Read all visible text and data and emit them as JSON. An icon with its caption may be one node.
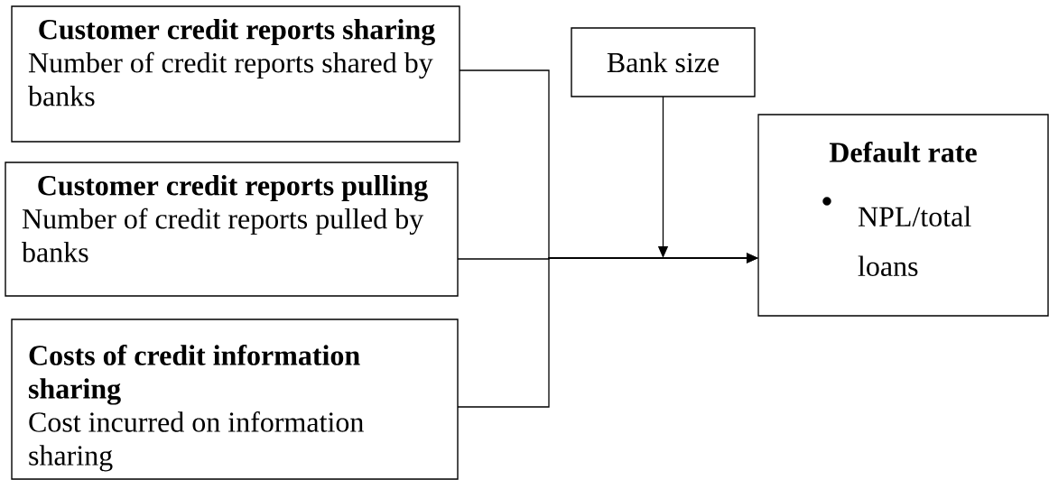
{
  "diagram": {
    "nodes": [
      {
        "text": [
          "Customer credit reports sharing",
          "Number of credit reports shared by banks"
        ]
      },
      {
        "text": [
          "Customer credit reports pulling",
          "Number of credit reports pulled by banks"
        ]
      },
      {
        "text": [
          "Costs of credit information sharing",
          "Cost incurred on information sharing"
        ]
      },
      {
        "text": [
          "Bank size"
        ]
      },
      {
        "text": [
          "Default rate",
          "NPL/total loans"
        ]
      }
    ],
    "edges": [
      {
        "from": 0,
        "to": 4,
        "arrow": "to"
      },
      {
        "from": 1,
        "to": 4,
        "arrow": "to"
      },
      {
        "from": 2,
        "to": 4,
        "arrow": "to"
      },
      {
        "from": 3,
        "to": null,
        "arrow": "to"
      }
    ]
  }
}
